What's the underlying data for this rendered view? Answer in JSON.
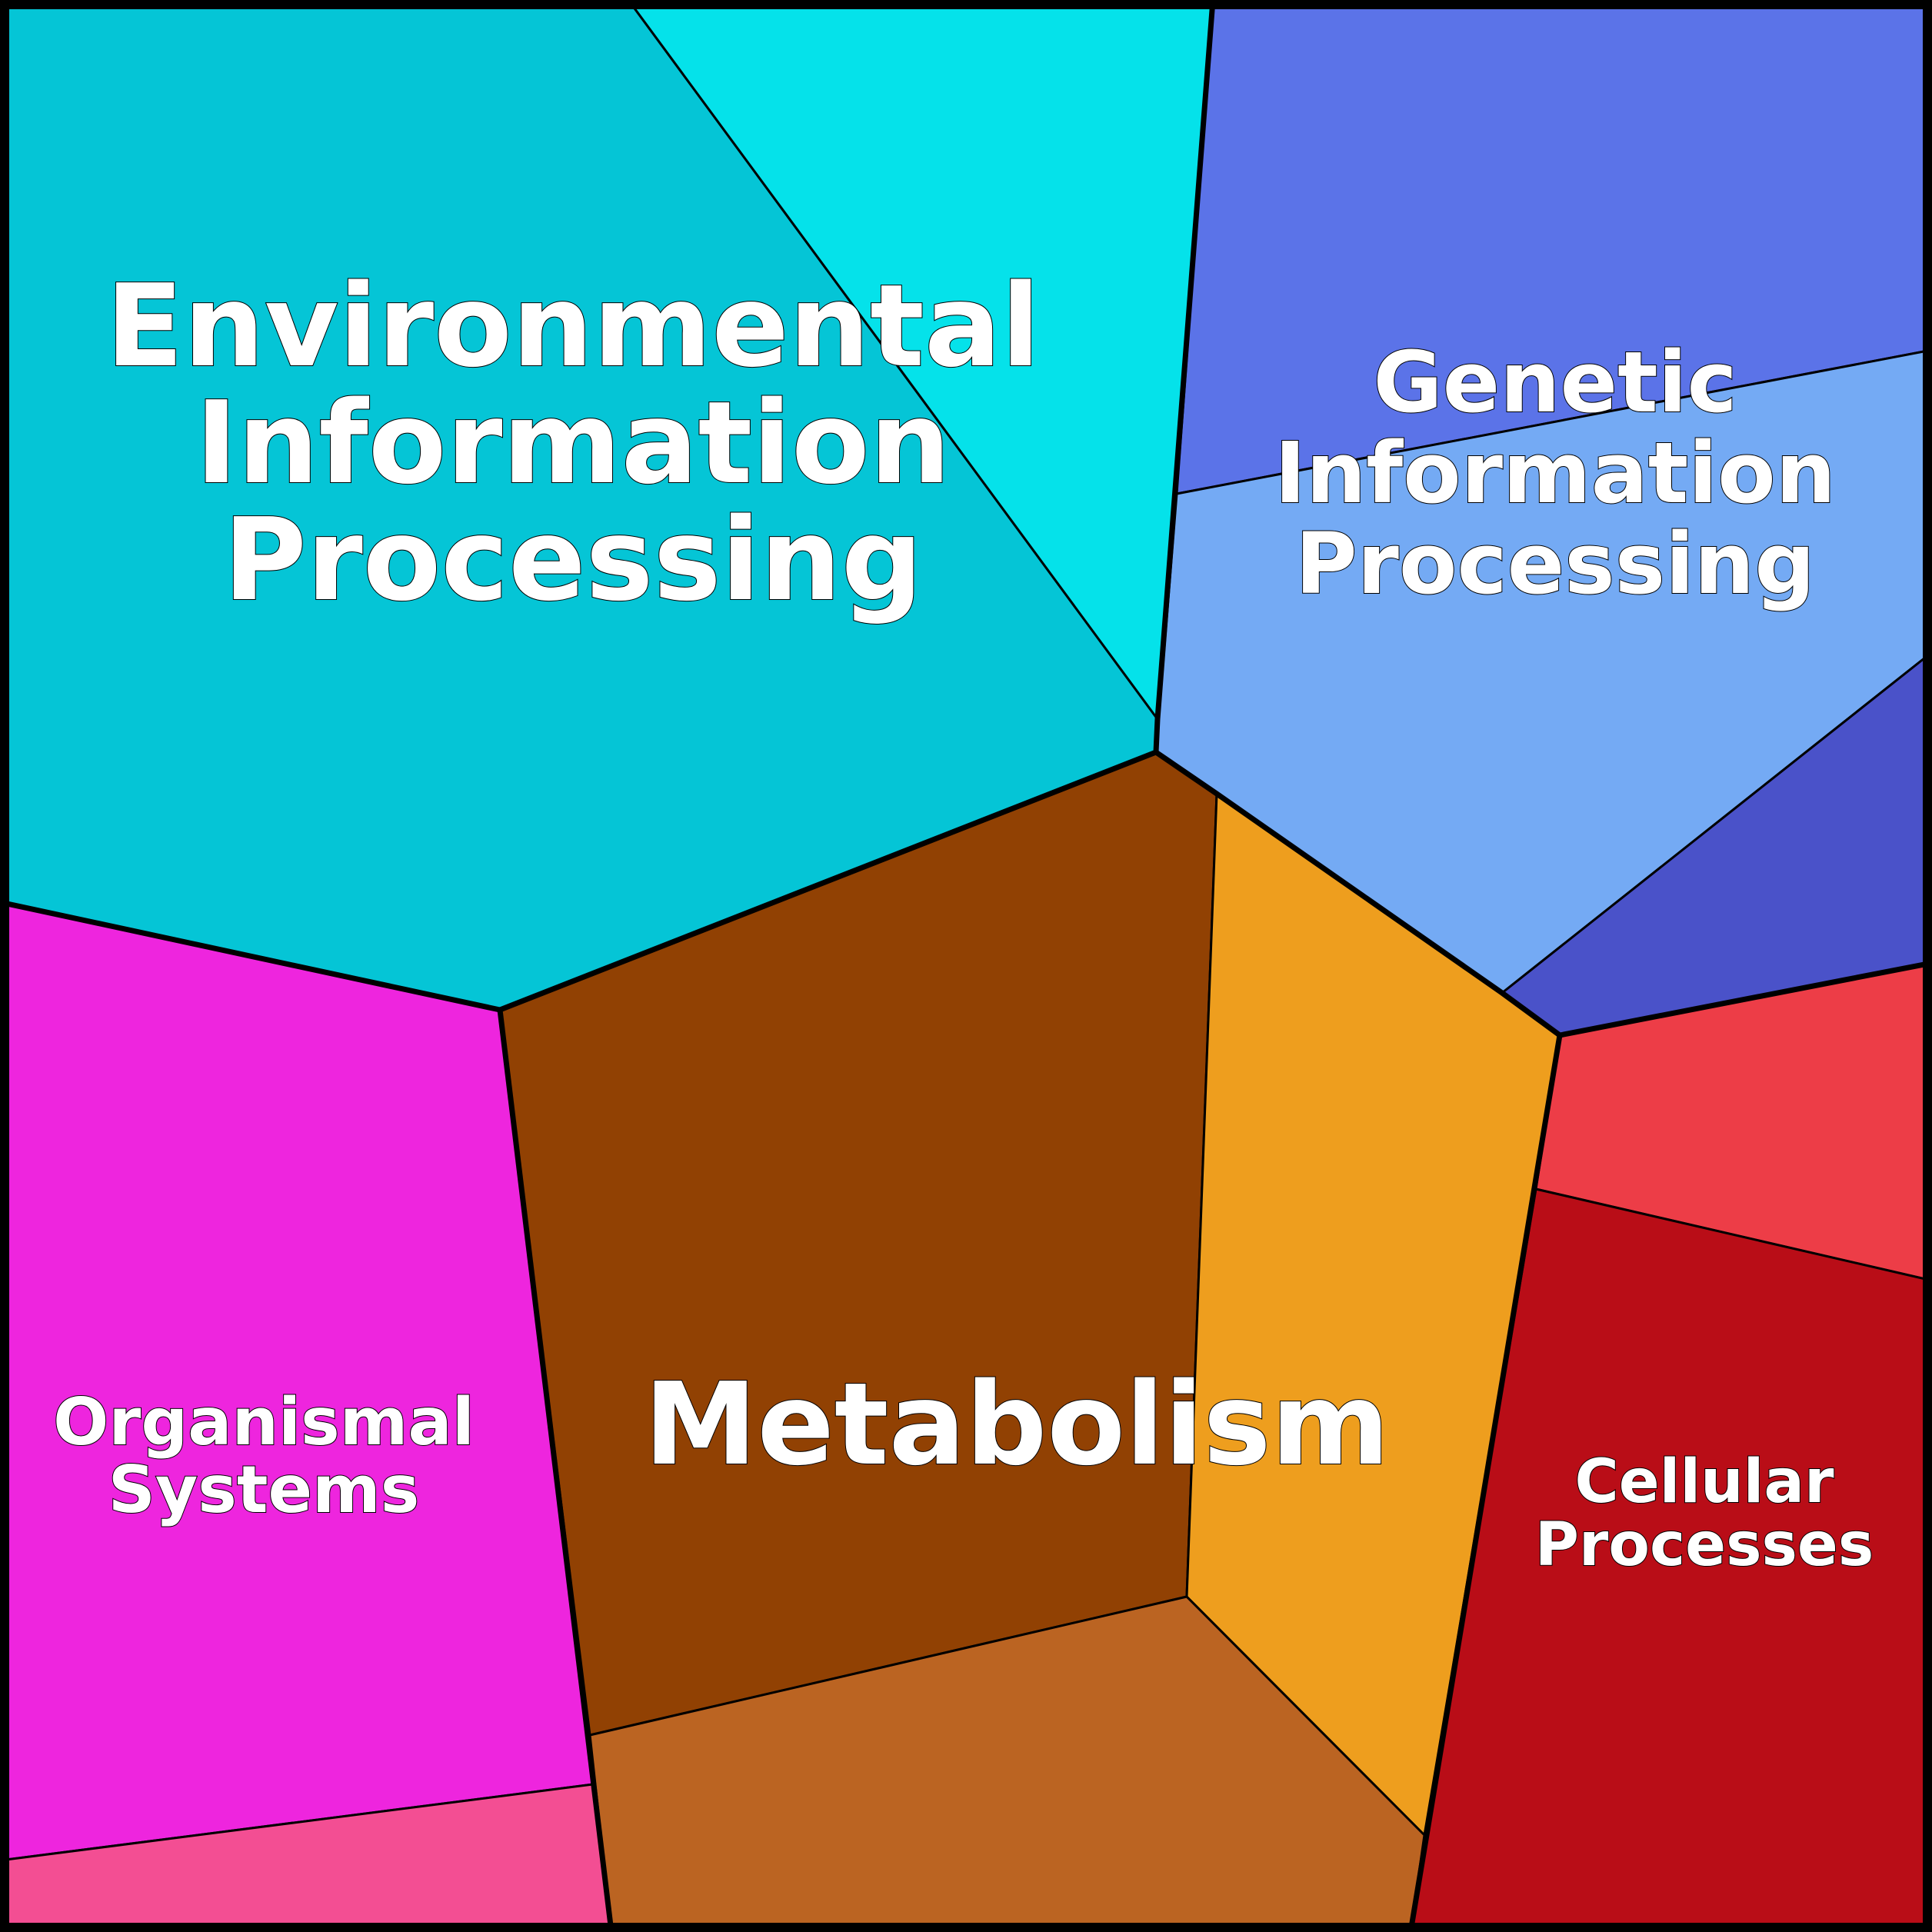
{
  "diagram": {
    "type": "voronoi-treemap",
    "groups": [
      {
        "key": "env",
        "label_lines": [
          "Environmental",
          "Information",
          "Processing"
        ],
        "cell_colors": [
          "#05c5d6",
          "#05e2ea"
        ]
      },
      {
        "key": "gen",
        "label_lines": [
          "Genetic",
          "Information",
          "Processing"
        ],
        "cell_colors": [
          "#5b73e8",
          "#74aaf4",
          "#4a52c9"
        ]
      },
      {
        "key": "met",
        "label_lines": [
          "Metabolism"
        ],
        "cell_colors": [
          "#914103",
          "#ee9e1e",
          "#bb6422"
        ]
      },
      {
        "key": "org",
        "label_lines": [
          "Organismal",
          "Systems"
        ],
        "cell_colors": [
          "#ee25de",
          "#f34e93"
        ]
      },
      {
        "key": "cel",
        "label_lines": [
          "Cellular",
          "Processes"
        ],
        "cell_colors": [
          "#ed3d47",
          "#b90d17"
        ]
      }
    ]
  }
}
